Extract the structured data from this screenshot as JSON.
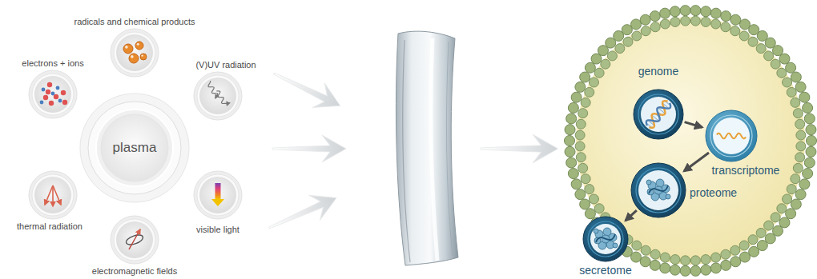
{
  "diagram": {
    "nodes": [
      {
        "text": [
          "radicals and chemical products"
        ]
      },
      {
        "text": [
          "electrons + ions"
        ]
      },
      {
        "text": [
          "(V)UV radiation"
        ]
      },
      {
        "text": [
          "plasma"
        ]
      },
      {
        "text": [
          "thermal radiation"
        ]
      },
      {
        "text": [
          "visible light"
        ]
      },
      {
        "text": [
          "electromagnetic fields"
        ]
      },
      {
        "text": [
          "genome"
        ]
      },
      {
        "text": [
          "transcriptome"
        ]
      },
      {
        "text": [
          "proteome"
        ]
      },
      {
        "text": [
          "secretome"
        ]
      }
    ],
    "edges": [
      {
        "from": 7,
        "to": 8,
        "arrow": "to"
      },
      {
        "from": 8,
        "to": 9,
        "arrow": "to"
      },
      {
        "from": 9,
        "to": 10,
        "arrow": "to"
      }
    ]
  }
}
